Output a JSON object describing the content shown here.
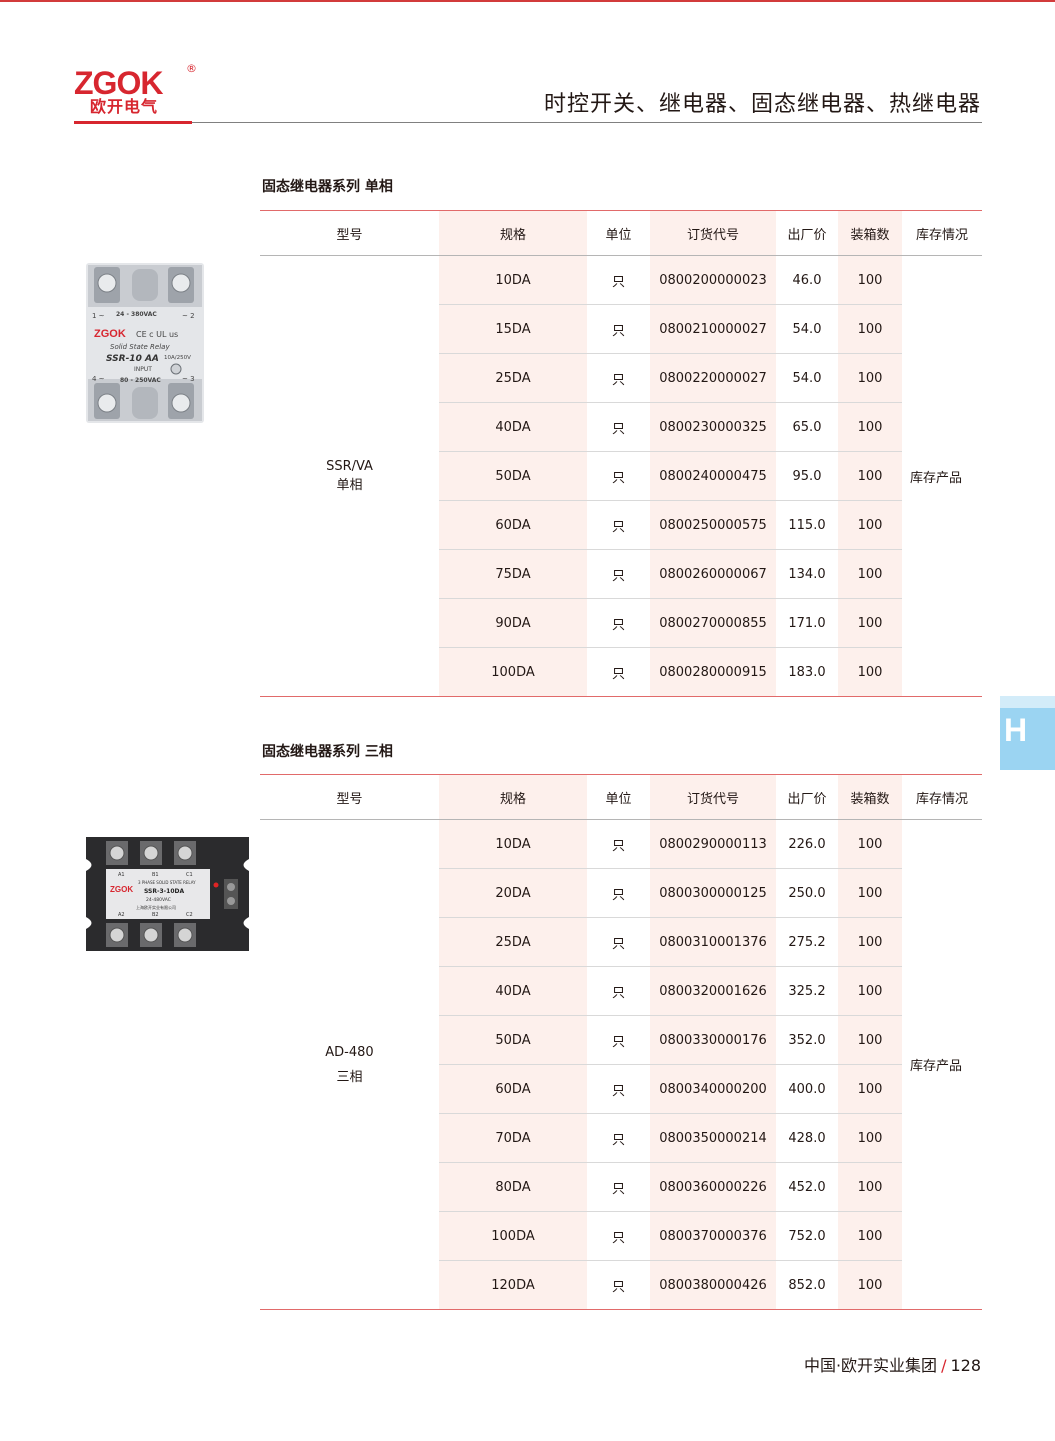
{
  "brand": {
    "logo": "ZGOK",
    "logo_cn": "欧开电气",
    "registered": "®",
    "accent": "#d7262f"
  },
  "page_heading": "时控开关、继电器、固态继电器、热继电器",
  "side_tab": "H",
  "columns": [
    "型号",
    "规格",
    "单位",
    "订货代号",
    "出厂价",
    "装箱数",
    "库存情况"
  ],
  "tables": [
    {
      "title": "固态继电器系列 单相",
      "model_line1": "SSR/VA",
      "model_line2": "单相",
      "stock": "库存产品",
      "rows": [
        [
          "10DA",
          "只",
          "0800200000023",
          "46.0",
          "100"
        ],
        [
          "15DA",
          "只",
          "0800210000027",
          "54.0",
          "100"
        ],
        [
          "25DA",
          "只",
          "0800220000027",
          "54.0",
          "100"
        ],
        [
          "40DA",
          "只",
          "0800230000325",
          "65.0",
          "100"
        ],
        [
          "50DA",
          "只",
          "0800240000475",
          "95.0",
          "100"
        ],
        [
          "60DA",
          "只",
          "0800250000575",
          "115.0",
          "100"
        ],
        [
          "75DA",
          "只",
          "0800260000067",
          "134.0",
          "100"
        ],
        [
          "90DA",
          "只",
          "0800270000855",
          "171.0",
          "100"
        ],
        [
          "100DA",
          "只",
          "0800280000915",
          "183.0",
          "100"
        ]
      ],
      "image": {
        "terminal_left": "1 ~",
        "terminal_right": "~ 2",
        "terminal_bl": "4 ~",
        "terminal_br": "~ 3",
        "voltage_top": "24 - 380VAC",
        "brand": "ZGOK",
        "cert": "CE c UL us",
        "line1": "Solid State Relay",
        "line2": "SSR-10 AA",
        "rating": "10A/250V",
        "input": "INPUT",
        "voltage_bottom": "80 - 250VAC"
      }
    },
    {
      "title": "固态继电器系列 三相",
      "model_line1": "AD-480",
      "model_line2": "三相",
      "stock": "库存产品",
      "rows": [
        [
          "10DA",
          "只",
          "0800290000113",
          "226.0",
          "100"
        ],
        [
          "20DA",
          "只",
          "0800300000125",
          "250.0",
          "100"
        ],
        [
          "25DA",
          "只",
          "0800310001376",
          "275.2",
          "100"
        ],
        [
          "40DA",
          "只",
          "0800320001626",
          "325.2",
          "100"
        ],
        [
          "50DA",
          "只",
          "0800330000176",
          "352.0",
          "100"
        ],
        [
          "60DA",
          "只",
          "0800340000200",
          "400.0",
          "100"
        ],
        [
          "70DA",
          "只",
          "0800350000214",
          "428.0",
          "100"
        ],
        [
          "80DA",
          "只",
          "0800360000226",
          "452.0",
          "100"
        ],
        [
          "100DA",
          "只",
          "0800370000376",
          "752.0",
          "100"
        ],
        [
          "120DA",
          "只",
          "0800380000426",
          "852.0",
          "100"
        ]
      ],
      "image": {
        "a1": "A1",
        "b1": "B1",
        "c1": "C1",
        "a2": "A2",
        "b2": "B2",
        "c2": "C2",
        "brand": "ZGOK",
        "line1": "3 PHASE SOLID STATE RELAY",
        "line2": "SSR-3-10DA",
        "line3": "24-480VAC",
        "line4": "上海欧开实业有限公司"
      }
    }
  ],
  "footer": {
    "company": "中国·欧开实业集团",
    "page": "128"
  }
}
